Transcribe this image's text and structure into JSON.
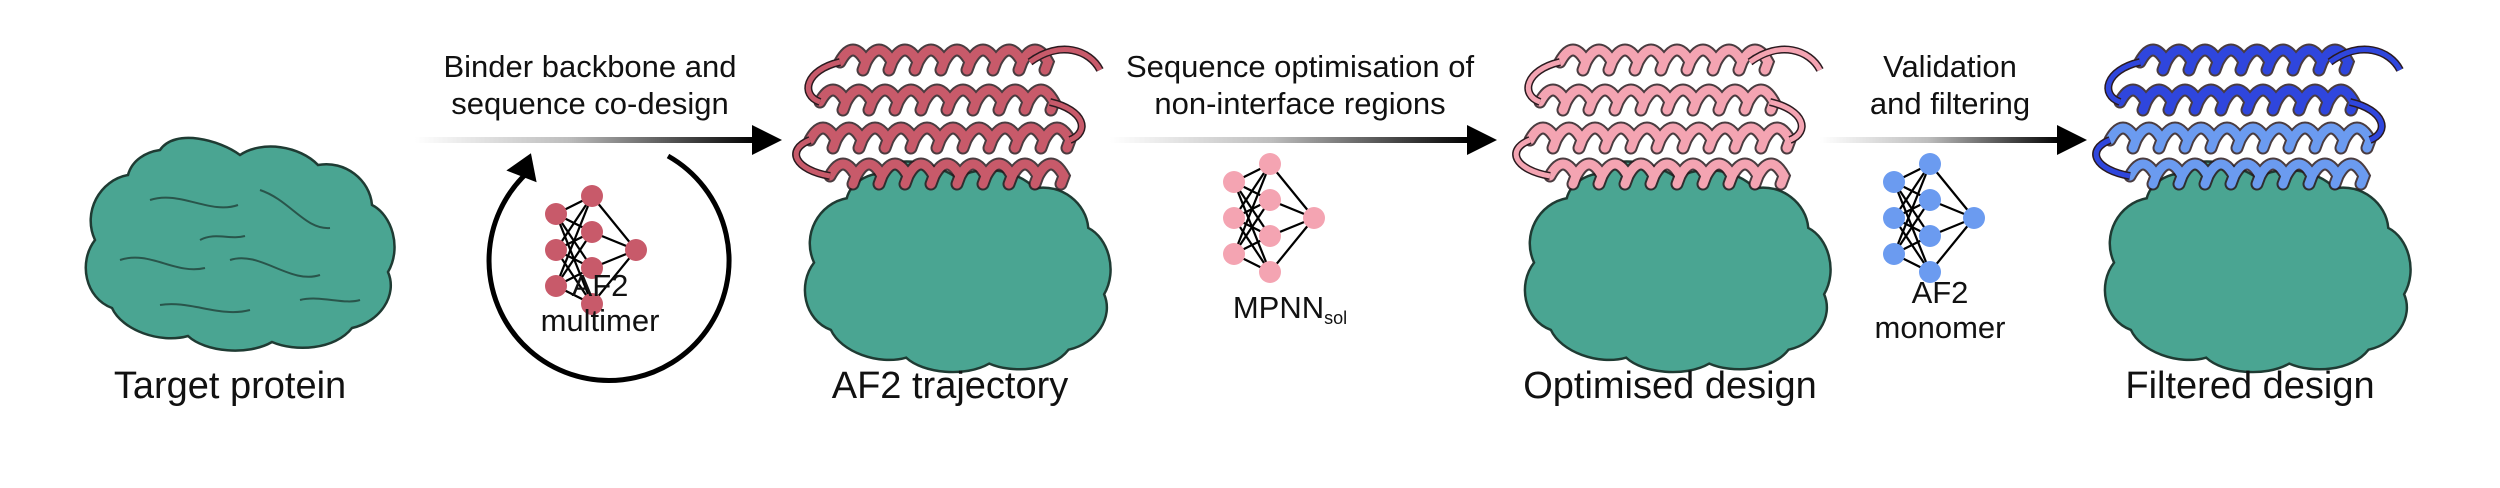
{
  "stages": [
    {
      "title": "Target protein"
    },
    {
      "title": "AF2 trajectory"
    },
    {
      "title": "Optimised design"
    },
    {
      "title": "Filtered design"
    }
  ],
  "steps": [
    {
      "label_lines": [
        "Binder backbone and",
        "sequence co-design"
      ],
      "network": "AF2 multimer",
      "network_lines": [
        "AF2",
        "multimer"
      ],
      "color": "#c85a6a",
      "cycle": true
    },
    {
      "label_lines": [
        "Sequence optimisation of",
        "non-interface regions"
      ],
      "network": "MPNN sol",
      "network_main": "MPNN",
      "network_sub": "sol",
      "color": "#f4a4b2",
      "cycle": false
    },
    {
      "label_lines": [
        "Validation",
        "and filtering"
      ],
      "network": "AF2 monomer",
      "network_lines": [
        "AF2",
        "monomer"
      ],
      "color": "#6b9bf0",
      "cycle": false
    }
  ],
  "colors": {
    "target_surface": "#4aa592",
    "trajectory_binder": "#c85a6a",
    "optimised_binder": "#f4a4b2",
    "filtered_binder": "#2f46dd",
    "filtered_binder_light": "#6b9bf0"
  }
}
